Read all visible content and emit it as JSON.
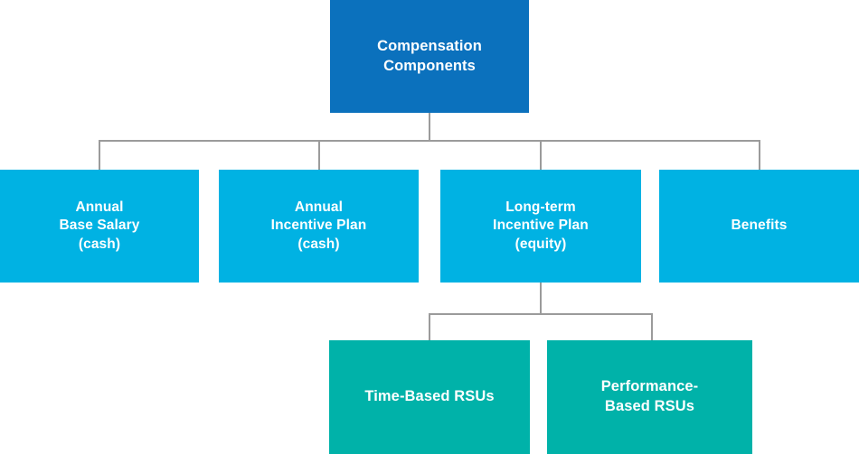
{
  "diagram": {
    "title": "Compensation Components",
    "type": "org-hierarchy",
    "colors": {
      "root": "#0b71bd",
      "level2": "#00b2e3",
      "level3": "#00b2a9",
      "connector": "#9b9b9b",
      "text": "#ffffff",
      "background": "#ffffff"
    },
    "root": {
      "label": "Compensation Components",
      "line1": "Compensation",
      "line2": "Components"
    },
    "level2": [
      {
        "label": "Annual Base Salary (cash)",
        "line1": "Annual",
        "line2": "Base Salary",
        "line3": "(cash)"
      },
      {
        "label": "Annual Incentive Plan (cash)",
        "line1": "Annual",
        "line2": "Incentive Plan",
        "line3": "(cash)"
      },
      {
        "label": "Long-term Incentive Plan (equity)",
        "line1": "Long-term",
        "line2": "Incentive Plan",
        "line3": "(equity)"
      },
      {
        "label": "Benefits",
        "line1": "Benefits",
        "line2": "",
        "line3": ""
      }
    ],
    "level3": [
      {
        "label": "Time-Based RSUs",
        "line1": "Time-Based RSUs",
        "line2": ""
      },
      {
        "label": "Performance-Based RSUs",
        "line1": "Performance-",
        "line2": "Based RSUs"
      }
    ]
  }
}
